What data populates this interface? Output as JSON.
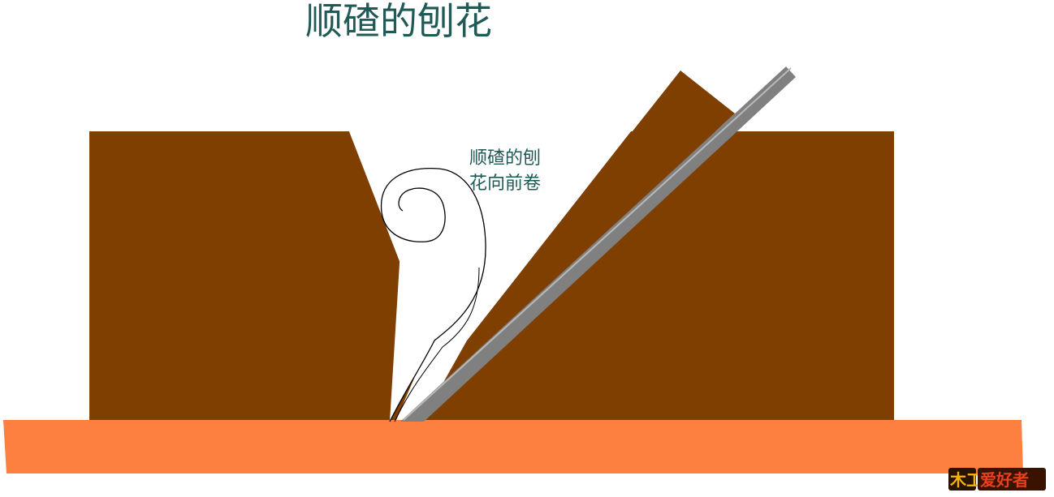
{
  "title": "顺碴的刨花",
  "annotation": {
    "line1": "顺碴的刨",
    "line2": "花向前卷"
  },
  "logo_text": "木工爱好者",
  "colors": {
    "plane_body": "#7f3f00",
    "workpiece": "#fe8040",
    "blade": "#808080",
    "blade_edge": "#b0b0b0",
    "text": "#1f5a57",
    "shaving_line": "#000000"
  }
}
